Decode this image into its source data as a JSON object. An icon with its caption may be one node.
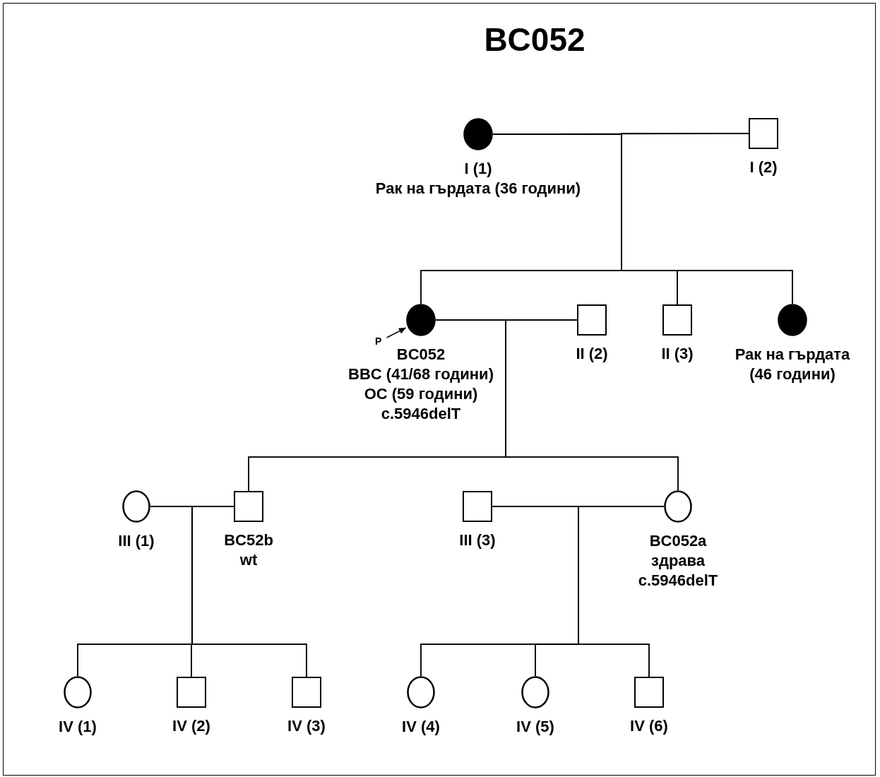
{
  "diagram": {
    "title": "BC052",
    "nodes": [
      {
        "text": [],
        "shape": "circle",
        "beside": [
          "I (1)",
          "Рак на гърдата (36 години)"
        ]
      },
      {
        "text": [],
        "shape": "box",
        "beside": [
          "I (2)"
        ]
      },
      {
        "text": [],
        "shape": "circle",
        "beside": [
          "BC052",
          "BBC (41/68 години)",
          "OC (59 години)",
          "c.5946delT"
        ]
      },
      {
        "text": [
          "P"
        ]
      },
      {
        "text": [],
        "shape": "box",
        "beside": [
          "II (2)"
        ]
      },
      {
        "text": [],
        "shape": "box",
        "beside": [
          "II (3)"
        ]
      },
      {
        "text": [],
        "shape": "circle",
        "beside": [
          "Рак на гърдата (46 години)"
        ]
      },
      {
        "text": [],
        "shape": "circle",
        "beside": [
          "III (1)"
        ]
      },
      {
        "text": [],
        "shape": "box",
        "beside": [
          "BC52b",
          "wt"
        ]
      },
      {
        "text": [],
        "shape": "box",
        "beside": [
          "III (3)"
        ]
      },
      {
        "text": [],
        "shape": "circle",
        "beside": [
          "BC052a",
          "здрава",
          "c.5946delT"
        ]
      },
      {
        "text": [],
        "shape": "circle",
        "beside": [
          "IV (1)"
        ]
      },
      {
        "text": [],
        "shape": "box",
        "beside": [
          "IV (2)"
        ]
      },
      {
        "text": [],
        "shape": "box",
        "beside": [
          "IV (3)"
        ]
      },
      {
        "text": [],
        "shape": "circle",
        "beside": [
          "IV (4)"
        ]
      },
      {
        "text": [],
        "shape": "circle",
        "beside": [
          "IV (5)"
        ]
      },
      {
        "text": [],
        "shape": "box",
        "beside": [
          "IV (6)"
        ]
      }
    ],
    "edges": [
      {
        "from": 0,
        "to": 1,
        "arrow": "none"
      },
      {
        "from": 0,
        "to": 2,
        "arrow": "none"
      },
      {
        "from": 1,
        "to": 2,
        "arrow": "none"
      },
      {
        "from": 0,
        "to": 5,
        "arrow": "none"
      },
      {
        "from": 1,
        "to": 5,
        "arrow": "none"
      },
      {
        "from": 0,
        "to": 6,
        "arrow": "none"
      },
      {
        "from": 1,
        "to": 6,
        "arrow": "none"
      },
      {
        "from": 3,
        "to": 2,
        "arrow": "to"
      },
      {
        "from": 2,
        "to": 4,
        "arrow": "none"
      },
      {
        "from": 2,
        "to": 8,
        "arrow": "none"
      },
      {
        "from": 4,
        "to": 8,
        "arrow": "none"
      },
      {
        "from": 2,
        "to": 10,
        "arrow": "none"
      },
      {
        "from": 4,
        "to": 10,
        "arrow": "none"
      },
      {
        "from": 7,
        "to": 8,
        "arrow": "none"
      },
      {
        "from": 7,
        "to": 11,
        "arrow": "none"
      },
      {
        "from": 8,
        "to": 11,
        "arrow": "none"
      },
      {
        "from": 7,
        "to": 12,
        "arrow": "none"
      },
      {
        "from": 8,
        "to": 12,
        "arrow": "none"
      },
      {
        "from": 7,
        "to": 13,
        "arrow": "none"
      },
      {
        "from": 8,
        "to": 13,
        "arrow": "none"
      },
      {
        "from": 9,
        "to": 10,
        "arrow": "none"
      },
      {
        "from": 9,
        "to": 14,
        "arrow": "none"
      },
      {
        "from": 10,
        "to": 14,
        "arrow": "none"
      },
      {
        "from": 9,
        "to": 15,
        "arrow": "none"
      },
      {
        "from": 10,
        "to": 15,
        "arrow": "none"
      },
      {
        "from": 9,
        "to": 16,
        "arrow": "none"
      },
      {
        "from": 10,
        "to": 16,
        "arrow": "none"
      }
    ]
  }
}
